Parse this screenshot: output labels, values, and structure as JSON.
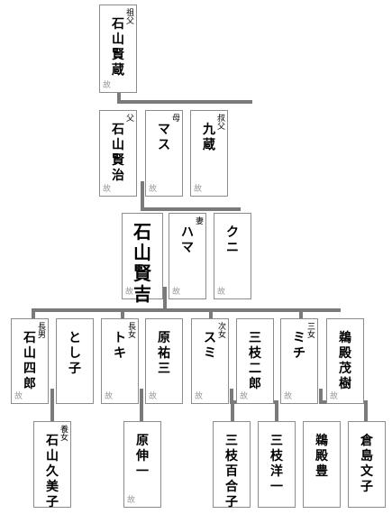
{
  "people": {
    "grandfather": {
      "relation": "祖父",
      "name": "石山賢蔵",
      "deceased": "故"
    },
    "father": {
      "relation": "父",
      "name": "石山賢治",
      "deceased": "故"
    },
    "mother": {
      "relation": "母",
      "name": "マス",
      "deceased": "故"
    },
    "uncle": {
      "relation": "叔父",
      "name": "九蔵",
      "deceased": "故"
    },
    "self": {
      "relation": "",
      "name": "石山賢吉",
      "deceased": "故"
    },
    "wife": {
      "relation": "妻",
      "name": "ハマ",
      "deceased": "故"
    },
    "kuni": {
      "relation": "",
      "name": "クニ",
      "deceased": "故"
    },
    "eldest_son": {
      "relation": "長男",
      "name": "石山四郎",
      "deceased": "故"
    },
    "toshiko": {
      "relation": "",
      "name": "とし子",
      "deceased": ""
    },
    "eldest_daughter": {
      "relation": "長女",
      "name": "トキ",
      "deceased": "故"
    },
    "hara_yuzo": {
      "relation": "",
      "name": "原祐三",
      "deceased": "故"
    },
    "second_daughter": {
      "relation": "次女",
      "name": "スミ",
      "deceased": "故"
    },
    "saegusa_jiro": {
      "relation": "",
      "name": "三枝二郎",
      "deceased": "故"
    },
    "third_daughter": {
      "relation": "三女",
      "name": "ミチ",
      "deceased": "故"
    },
    "udono_shigeki": {
      "relation": "",
      "name": "鵜殿茂樹",
      "deceased": "故"
    },
    "adopted_daughter": {
      "relation": "養女",
      "name": "石山久美子",
      "deceased": ""
    },
    "hara_shinichi": {
      "relation": "",
      "name": "原伸一",
      "deceased": "故"
    },
    "saegusa_yuriko": {
      "relation": "",
      "name": "三枝百合子",
      "deceased": ""
    },
    "saegusa_yoichi": {
      "relation": "",
      "name": "三枝洋一",
      "deceased": ""
    },
    "udono_yutaka": {
      "relation": "",
      "name": "鵜殿豊",
      "deceased": ""
    },
    "kurashima_fumiko": {
      "relation": "",
      "name": "倉島文子",
      "deceased": ""
    }
  }
}
